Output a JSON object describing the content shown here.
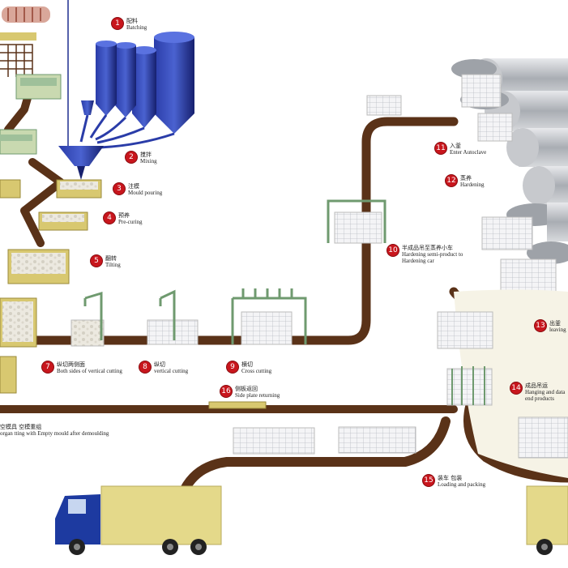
{
  "diagram": {
    "colors": {
      "conveyor": "#5a3218",
      "conveyor_dark": "#3e200c",
      "tray": "#d8c870",
      "frame": "#6f9a6f",
      "silo": "#1f2f8f",
      "autoclave": "#bfc2c6",
      "truck_cab": "#1d3aa0",
      "truck_box": "#e4d98a",
      "badge": "#c8161d"
    },
    "steps": [
      {
        "num": "1",
        "zh": "配料",
        "en": "Batching"
      },
      {
        "num": "2",
        "zh": "搅拌",
        "en": "Mixing"
      },
      {
        "num": "3",
        "zh": "注模",
        "en": "Mould pouring"
      },
      {
        "num": "4",
        "zh": "预养",
        "en": "Pre-curing"
      },
      {
        "num": "5",
        "zh": "翻转",
        "en": "Tilting"
      },
      {
        "num": "7",
        "zh": "纵切两侧面",
        "en": "Both sides of vertical cutting"
      },
      {
        "num": "8",
        "zh": "纵切",
        "en": "vertical cutting"
      },
      {
        "num": "9",
        "zh": "横切",
        "en": "Cross cutting"
      },
      {
        "num": "10",
        "zh": "半成品吊至蒸养小车",
        "en": "Hardening semi-product to Hardening car"
      },
      {
        "num": "11",
        "zh": "入釜",
        "en": "Enter Autoclave"
      },
      {
        "num": "12",
        "zh": "蒸养",
        "en": "Hardening"
      },
      {
        "num": "13",
        "zh": "出釜",
        "en": "leaving"
      },
      {
        "num": "14",
        "zh": "成品吊运",
        "en": "Hanging and data end products"
      },
      {
        "num": "15",
        "zh": "装车 包装",
        "en": "Loading and packing"
      },
      {
        "num": "16",
        "zh": "侧板返回",
        "en": "Side plate returning"
      }
    ],
    "partial_label": {
      "zh": "空模具 空模重组",
      "en": "organ tting with Empty mould after demoulding"
    }
  }
}
